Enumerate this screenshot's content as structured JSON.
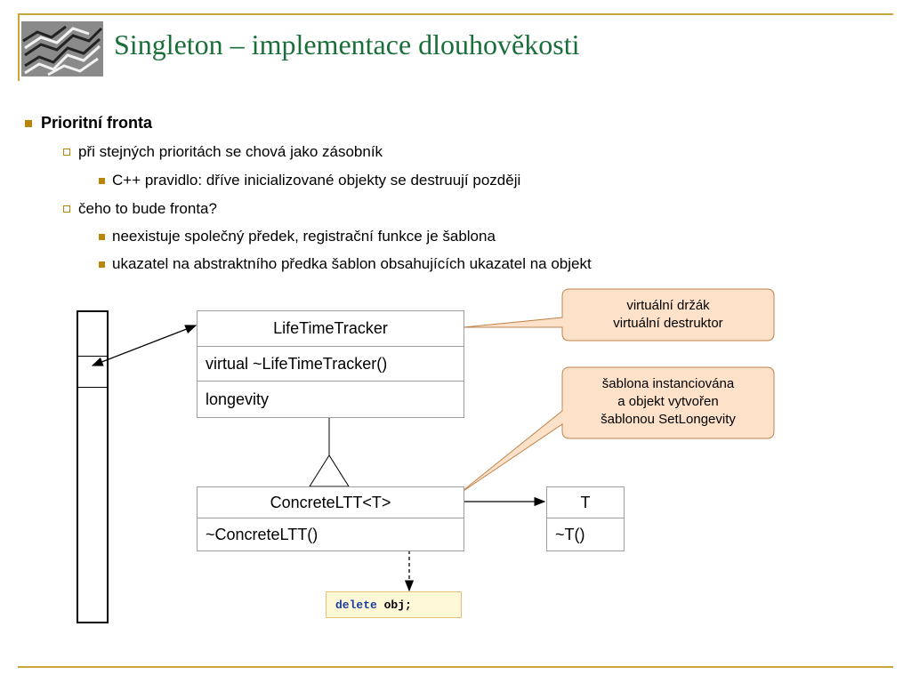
{
  "title": "Singleton – implementace dlouhověkosti",
  "colors": {
    "title": "#1a6e3a",
    "accent": "#c9a53a",
    "callout_fill": "#fde2c9",
    "callout_border": "#c0824a",
    "code_keyword": "#1a3ea0"
  },
  "bullets": {
    "l1": "Prioritní fronta",
    "l2a": "při stejných prioritách se chová jako zásobník",
    "l3a": "C++ pravidlo: dříve inicializované objekty se destruují později",
    "l2b": "čeho to bude fronta?",
    "l3b": "neexistuje společný předek, registrační funkce je šablona",
    "l3c": "ukazatel na abstraktního předka šablon obsahujících ukazatel na objekt"
  },
  "diagram": {
    "lifetime_tracker": {
      "name": "LifeTimeTracker",
      "method": "virtual ~LifeTimeTracker()",
      "field": "longevity"
    },
    "concrete": {
      "name": "ConcreteLTT<T>",
      "method": "~ConcreteLTT()"
    },
    "t_class": {
      "name": "T",
      "method": "~T()"
    },
    "callout1": {
      "line1": "virtuální držák",
      "line2": "virtuální destruktor"
    },
    "callout2": {
      "line1": "šablona instanciována",
      "line2": "a objekt vytvořen",
      "line3": "šablonou SetLongevity"
    },
    "code": {
      "keyword": "delete",
      "rest": " obj;"
    }
  }
}
